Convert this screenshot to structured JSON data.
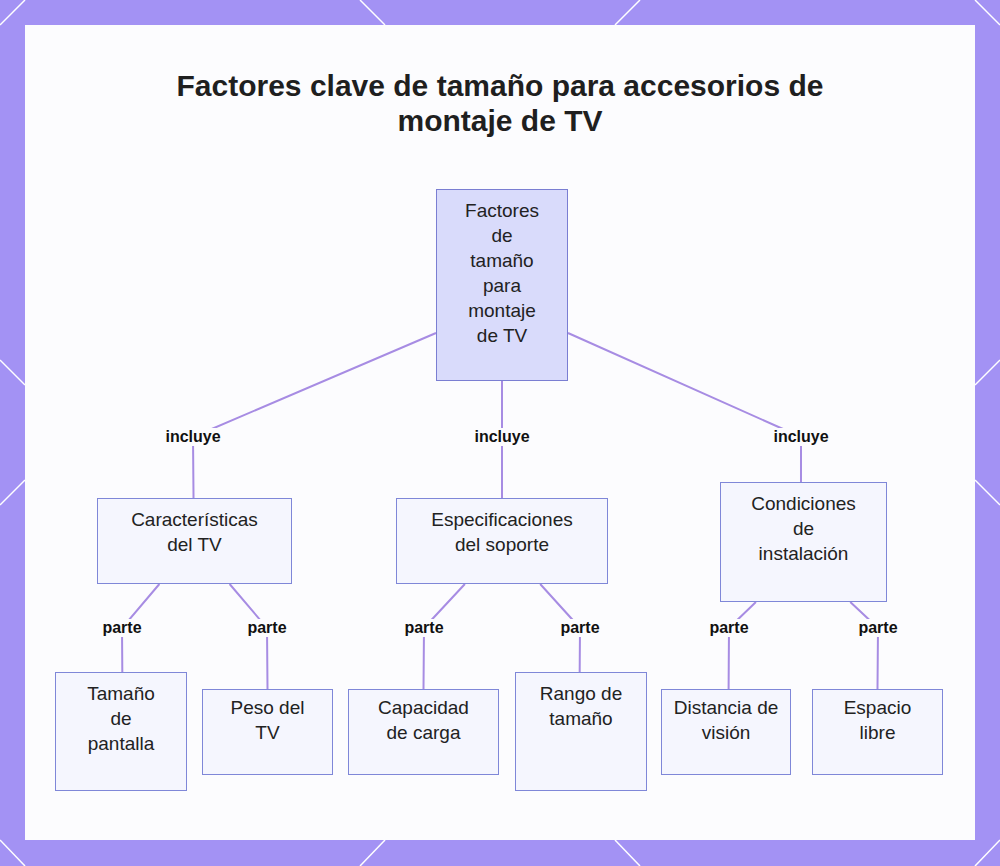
{
  "diagram": {
    "title": "Factores clave de tamaño para accesorios de montaje de TV",
    "nodes": [
      {
        "text": [
          "Factores de tamaño para montaje de TV"
        ]
      },
      {
        "text": [
          "Características del TV"
        ]
      },
      {
        "text": [
          "Especificaciones del soporte"
        ]
      },
      {
        "text": [
          "Condiciones de instalación"
        ]
      },
      {
        "text": [
          "Tamaño de pantalla"
        ]
      },
      {
        "text": [
          "Peso del TV"
        ]
      },
      {
        "text": [
          "Capacidad de carga"
        ]
      },
      {
        "text": [
          "Rango de tamaño"
        ]
      },
      {
        "text": [
          "Distancia de visión"
        ]
      },
      {
        "text": [
          "Espacio libre"
        ]
      }
    ],
    "edges": [
      {
        "from": 0,
        "to": 1,
        "label": "incluye",
        "arrow": "none"
      },
      {
        "from": 0,
        "to": 2,
        "label": "incluye",
        "arrow": "none"
      },
      {
        "from": 0,
        "to": 3,
        "label": "incluye",
        "arrow": "none"
      },
      {
        "from": 1,
        "to": 4,
        "label": "parte",
        "arrow": "none"
      },
      {
        "from": 1,
        "to": 5,
        "label": "parte",
        "arrow": "none"
      },
      {
        "from": 2,
        "to": 6,
        "label": "parte",
        "arrow": "none"
      },
      {
        "from": 2,
        "to": 7,
        "label": "parte",
        "arrow": "none"
      },
      {
        "from": 3,
        "to": 8,
        "label": "parte",
        "arrow": "none"
      },
      {
        "from": 3,
        "to": 9,
        "label": "parte",
        "arrow": "none"
      }
    ]
  }
}
